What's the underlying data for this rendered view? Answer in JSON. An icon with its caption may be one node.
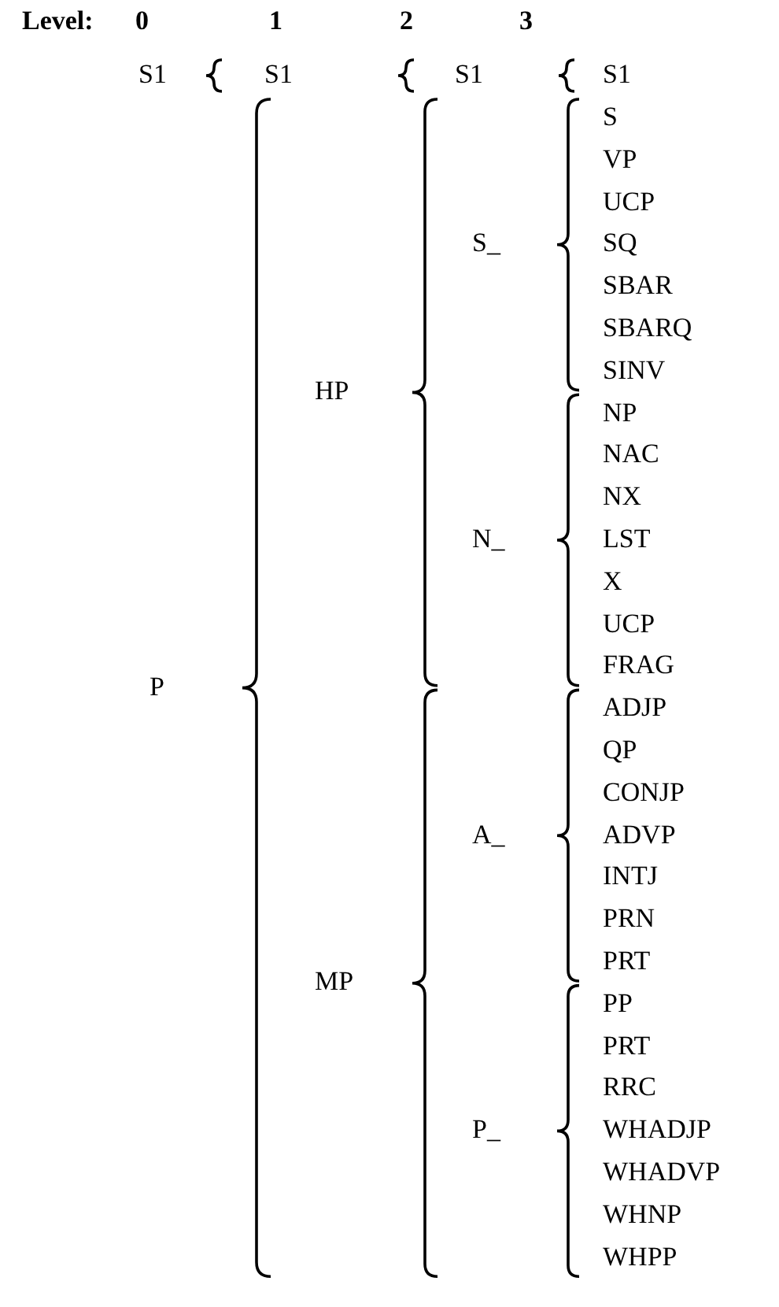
{
  "diagram": {
    "labels": [
      "Level:",
      "0",
      "1",
      "2",
      "3",
      "S1",
      "S1",
      "S1",
      "S1",
      "S",
      "VP",
      "UCP",
      "S_",
      "SQ",
      "SBAR",
      "SBARQ",
      "SINV",
      "HP",
      "NP",
      "NAC",
      "NX",
      "N_",
      "LST",
      "X",
      "UCP",
      "FRAG",
      "P",
      "ADJP",
      "QP",
      "CONJP",
      "A_",
      "ADVP",
      "INTJ",
      "PRN",
      "PRT",
      "MP",
      "PP",
      "PRT",
      "RRC",
      "P_",
      "WHADJP",
      "WHADVP",
      "WHNP",
      "WHPP"
    ]
  }
}
